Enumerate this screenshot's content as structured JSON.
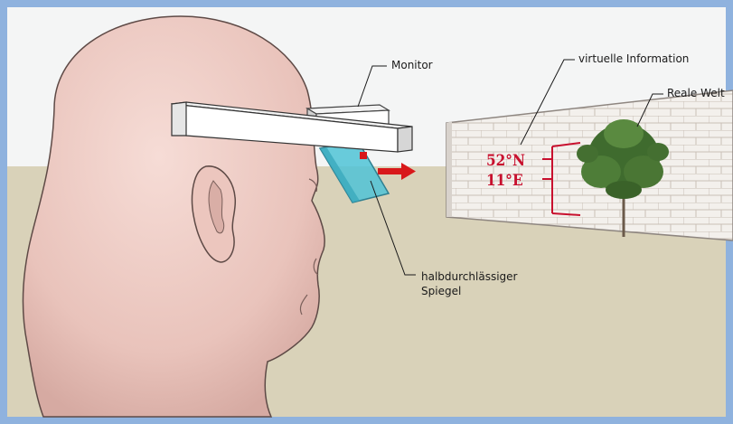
{
  "labels": {
    "monitor": "Monitor",
    "virtual_info": "virtuelle Information",
    "real_world": "Reale Welt",
    "mirror_line1": "halbdurchlässiger",
    "mirror_line2": "Spiegel"
  },
  "virtual_overlay": {
    "latitude": "52°N",
    "longitude": "11°E"
  },
  "colors": {
    "frame_border": "#8fb2de",
    "sky": "#f4f5f5",
    "ground": "#d9d2b9",
    "wall": "#f3f0ec",
    "brick_line": "#c9bfb6",
    "overlay_red": "#c8102e",
    "mirror": "#4fc3d6",
    "skin": "#f0d0ca"
  },
  "icons": [
    "head-illustration",
    "mirror-glass-icon",
    "arrow-right-icon",
    "tree-illustration"
  ]
}
